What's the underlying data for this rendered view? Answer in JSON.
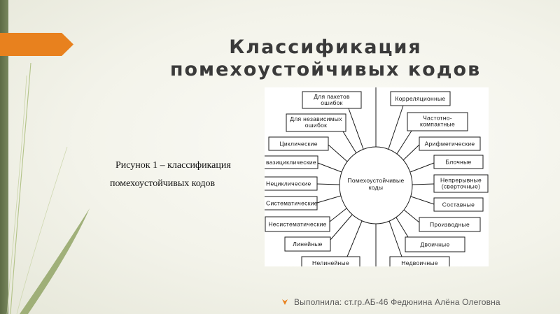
{
  "slide": {
    "title": [
      "Классификация",
      "помехоустойчивых кодов"
    ],
    "caption": [
      "Рисунок 1 – классификация",
      "помехоустойчивых кодов"
    ],
    "author": "Выполнила: ст.гр.АБ-46 Федюнина Алёна Олеговна"
  },
  "diagram": {
    "center": [
      "Помехоустойчивые",
      "коды"
    ],
    "left": [
      {
        "lines": [
          "Для пакетов",
          "ошибок"
        ]
      },
      {
        "lines": [
          "Для независимых",
          "ошибок"
        ]
      },
      {
        "lines": [
          "Циклические"
        ]
      },
      {
        "lines": [
          "вазициклические"
        ]
      },
      {
        "lines": [
          "Нециклические"
        ]
      },
      {
        "lines": [
          "Систематические"
        ]
      },
      {
        "lines": [
          "Несистематические"
        ]
      },
      {
        "lines": [
          "Линейные"
        ]
      },
      {
        "lines": [
          "Нелинейные"
        ]
      }
    ],
    "right": [
      {
        "lines": [
          "Корреляционные"
        ]
      },
      {
        "lines": [
          "Частотно-",
          "компактные"
        ]
      },
      {
        "lines": [
          "Арифметические"
        ]
      },
      {
        "lines": [
          "Блочные"
        ]
      },
      {
        "lines": [
          "Непрерывные",
          "(сверточные)"
        ]
      },
      {
        "lines": [
          "Составные"
        ]
      },
      {
        "lines": [
          "Производные"
        ]
      },
      {
        "lines": [
          "Двоичные"
        ]
      },
      {
        "lines": [
          "Недвоичные"
        ]
      }
    ]
  },
  "icons": {
    "bullet": "arrow-bullet-icon"
  },
  "colors": {
    "accent": "#e8811e",
    "sidebar": "#6c7c50",
    "title_text": "#3a3a3a",
    "wisp": "#b3c388"
  }
}
